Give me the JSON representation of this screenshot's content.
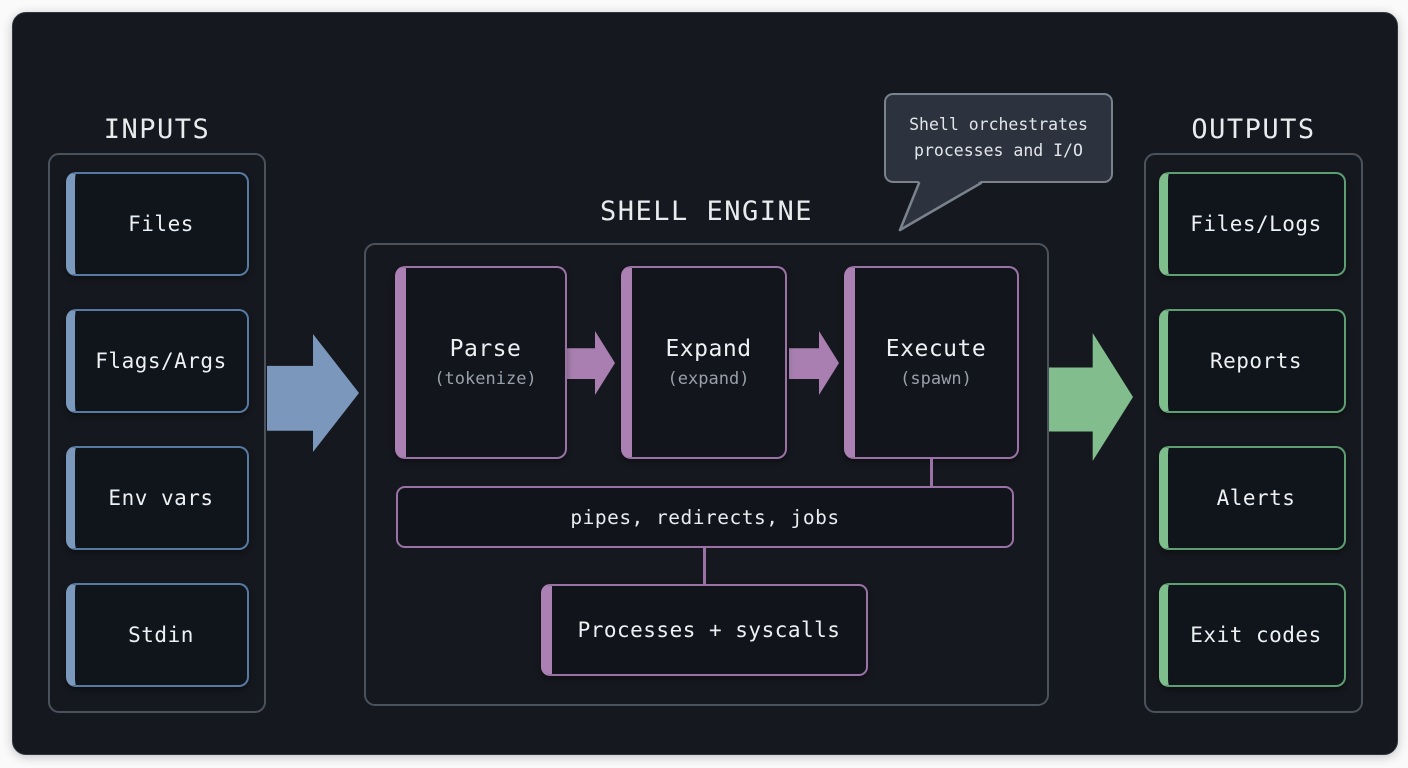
{
  "diagram": {
    "inputs": {
      "title": "INPUTS",
      "items": [
        "Files",
        "Flags/Args",
        "Env vars",
        "Stdin"
      ]
    },
    "engine": {
      "title": "SHELL ENGINE",
      "stages": [
        {
          "label": "Parse",
          "sub": "(tokenize)"
        },
        {
          "label": "Expand",
          "sub": "(expand)"
        },
        {
          "label": "Execute",
          "sub": "(spawn)"
        }
      ],
      "bus_label": "pipes, redirects, jobs",
      "kernel_label": "Processes + syscalls"
    },
    "outputs": {
      "title": "OUTPUTS",
      "items": [
        "Files/Logs",
        "Reports",
        "Alerts",
        "Exit codes"
      ]
    },
    "callout": {
      "line1": "Shell orchestrates",
      "line2": "processes and I/O"
    },
    "colors": {
      "canvas": "#15181e",
      "container_border": "#4b525c",
      "input_border": "#567aa2",
      "input_accent": "#7b99bd",
      "stage_border": "#9b72a6",
      "stage_accent": "#ab81b4",
      "output_border": "#5d9f72",
      "output_accent": "#7ebe8d",
      "arrow_blue": "#7b97bb",
      "arrow_purple": "#a87fb0",
      "arrow_green": "#82bd8e",
      "text_primary": "#e9ecef",
      "text_secondary": "#98a0aa",
      "callout_bg": "#2d333e",
      "callout_border": "#7a828e"
    }
  }
}
